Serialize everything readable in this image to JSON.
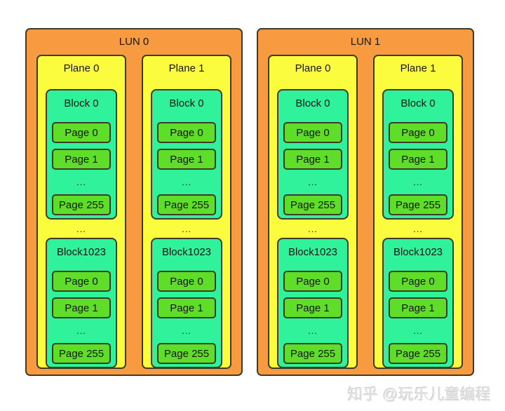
{
  "colors": {
    "lun_fill": "#F79A40",
    "plane_fill": "#FCFC3E",
    "block_fill": "#30F29A",
    "page_fill": "#5EDE29",
    "border": "#3E3C28",
    "text": "#161616",
    "watermark": "#E4E4E4"
  },
  "ellipsis": "...",
  "watermark": {
    "text": "知乎 @玩乐儿童编程"
  },
  "luns": [
    {
      "label": "LUN 0",
      "planes": [
        {
          "label": "Plane 0",
          "blocks": [
            {
              "label": "Block 0",
              "pages": [
                "Page 0",
                "Page 1",
                "...",
                "Page 255"
              ]
            },
            {
              "label": "Block1023",
              "pages": [
                "Page 0",
                "Page 1",
                "...",
                "Page 255"
              ]
            }
          ]
        },
        {
          "label": "Plane 1",
          "blocks": [
            {
              "label": "Block 0",
              "pages": [
                "Page 0",
                "Page 1",
                "...",
                "Page 255"
              ]
            },
            {
              "label": "Block1023",
              "pages": [
                "Page 0",
                "Page 1",
                "...",
                "Page 255"
              ]
            }
          ]
        }
      ]
    },
    {
      "label": "LUN 1",
      "planes": [
        {
          "label": "Plane 0",
          "blocks": [
            {
              "label": "Block 0",
              "pages": [
                "Page 0",
                "Page 1",
                "...",
                "Page 255"
              ]
            },
            {
              "label": "Block1023",
              "pages": [
                "Page 0",
                "Page 1",
                "...",
                "Page 255"
              ]
            }
          ]
        },
        {
          "label": "Plane 1",
          "blocks": [
            {
              "label": "Block 0",
              "pages": [
                "Page 0",
                "Page 1",
                "...",
                "Page 255"
              ]
            },
            {
              "label": "Block1023",
              "pages": [
                "Page 0",
                "Page 1",
                "...",
                "Page 255"
              ]
            }
          ]
        }
      ]
    }
  ]
}
